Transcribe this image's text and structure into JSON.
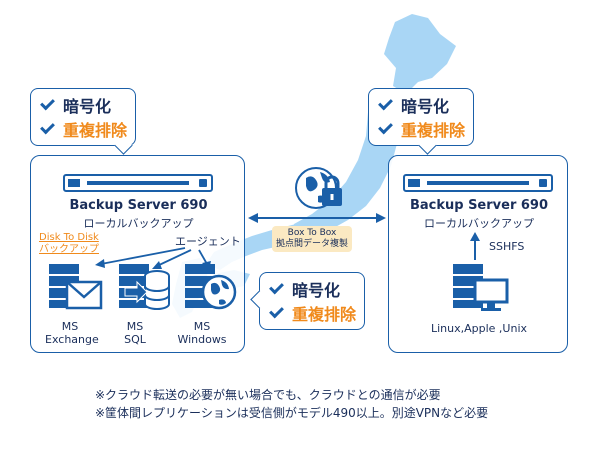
{
  "colors": {
    "primary": "#1a5fa8",
    "text": "#1a2e5a",
    "accent": "#f08a1c",
    "map": "#a9d6f5"
  },
  "bubbles": {
    "left": {
      "items": [
        "暗号化",
        "重複排除"
      ]
    },
    "right": {
      "items": [
        "暗号化",
        "重複排除"
      ]
    },
    "middle": {
      "items": [
        "暗号化",
        "重複排除"
      ]
    }
  },
  "left_panel": {
    "server_title": "Backup Server 690",
    "server_sub": "ローカルバックアップ",
    "disk_label_1": "Disk To Disk",
    "disk_label_2": "バックアップ",
    "agent_label": "エージェント",
    "clients": [
      {
        "name": "MS",
        "name2": "Exchange",
        "icon": "mail-server-icon"
      },
      {
        "name": "MS",
        "name2": "SQL",
        "icon": "database-server-icon"
      },
      {
        "name": "MS",
        "name2": "Windows",
        "icon": "globe-server-icon"
      }
    ]
  },
  "right_panel": {
    "server_title": "Backup Server 690",
    "server_sub": "ローカルバックアップ",
    "sshfs_label": "SSHFS",
    "client_label": "Linux,Apple ,Unix",
    "icon": "server-monitor-icon"
  },
  "link": {
    "label_1": "Box To Box",
    "label_2": "拠点間データ複製",
    "icon": "globe-lock-icon"
  },
  "notes": [
    "※クラウド転送の必要が無い場合でも、クラウドとの通信が必要",
    "※筐体間レプリケーションは受信側がモデル490以上。別途VPNなど必要"
  ]
}
